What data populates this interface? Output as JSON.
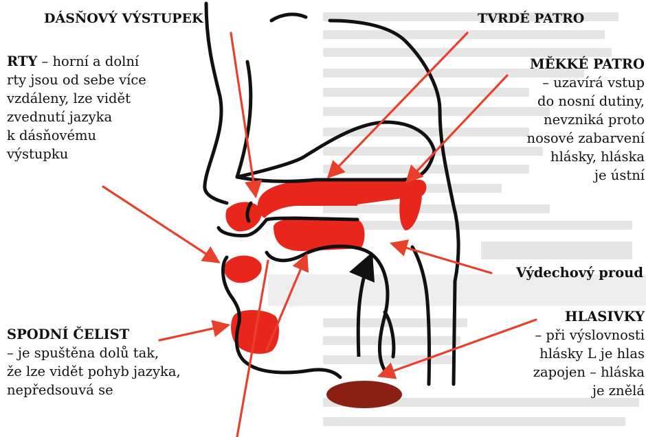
{
  "labels": {
    "dasnovy_vystupek": {
      "title": "DÁSŇOVÝ VÝSTUPEK"
    },
    "tvrde_patro": {
      "title": "TVRDÉ PATRO"
    },
    "rty": {
      "title": "RTY",
      "line1": " –  horní a dolní",
      "line2": "rty jsou od sebe více",
      "line3": "vzdáleny, lze vidět",
      "line4": "zvednutí jazyka",
      "line5": "k dásňovému",
      "line6": "výstupku"
    },
    "mekke_patro": {
      "title": "MĚKKÉ PATRO",
      "line1": "– uzavírá vstup",
      "line2": "do nosní dutiny,",
      "line3": "nevzniká proto",
      "line4": "nosové zabarvení",
      "line5": "hlásky, hláska",
      "line6": "je ústní"
    },
    "vydechovy_proud": {
      "title": "Výdechový proud"
    },
    "hlasivky": {
      "title": "HLASIVKY",
      "line1": "– při výslovnosti",
      "line2": "hlásky L je hlas",
      "line3": "zapojen – hláska",
      "line4": "je znělá"
    },
    "spodni_celist": {
      "title": "SPODNÍ ČELIST",
      "line1": "– je spuštěna dolů tak,",
      "line2": "že lze vidět pohyb jazyka,",
      "line3": "nepředsouvá se"
    }
  },
  "colors": {
    "arrow": "#e8402a",
    "organ_red": "#e8261c",
    "vocal_dark": "#8a1f14",
    "outline": "#111111",
    "text": "#111111"
  }
}
